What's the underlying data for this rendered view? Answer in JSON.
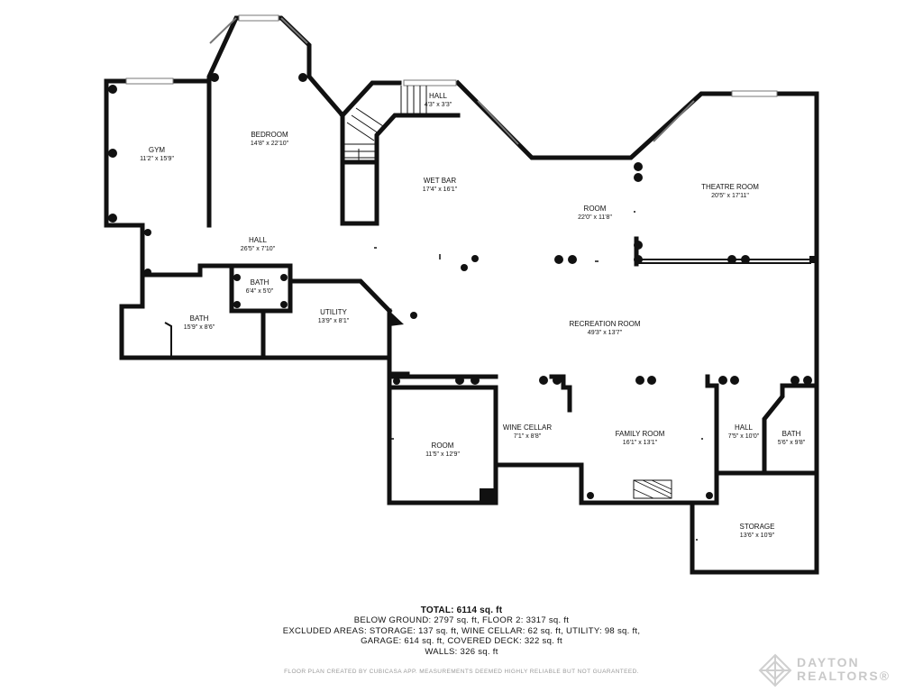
{
  "rooms": {
    "gym": {
      "name": "GYM",
      "dims": "11'2\" x 15'9\""
    },
    "bedroom": {
      "name": "BEDROOM",
      "dims": "14'8\" x 22'10\""
    },
    "hall_top": {
      "name": "HALL",
      "dims": "4'3\" x 3'3\""
    },
    "wet_bar": {
      "name": "WET BAR",
      "dims": "17'4\" x 16'1\""
    },
    "room_mid": {
      "name": "ROOM",
      "dims": "22'0\" x 11'8\""
    },
    "theatre": {
      "name": "THEATRE ROOM",
      "dims": "20'5\" x 17'11\""
    },
    "hall_main": {
      "name": "HALL",
      "dims": "26'5\" x 7'10\""
    },
    "bath_small": {
      "name": "BATH",
      "dims": "6'4\" x 5'0\""
    },
    "bath_large": {
      "name": "BATH",
      "dims": "15'9\" x 8'6\""
    },
    "utility": {
      "name": "UTILITY",
      "dims": "13'9\" x 8'1\""
    },
    "recreation": {
      "name": "RECREATION ROOM",
      "dims": "49'3\" x 13'7\""
    },
    "room_low": {
      "name": "ROOM",
      "dims": "11'5\" x 12'9\""
    },
    "wine": {
      "name": "WINE CELLAR",
      "dims": "7'1\" x 8'8\""
    },
    "family": {
      "name": "FAMILY ROOM",
      "dims": "16'1\" x 13'1\""
    },
    "hall_right": {
      "name": "HALL",
      "dims": "7'5\" x 10'0\""
    },
    "bath_right": {
      "name": "BATH",
      "dims": "5'6\" x 9'8\""
    },
    "storage": {
      "name": "STORAGE",
      "dims": "13'6\" x 10'9\""
    }
  },
  "summary": {
    "total": "TOTAL: 6114 sq. ft",
    "line1": "BELOW GROUND: 2797 sq. ft, FLOOR 2: 3317 sq. ft",
    "line2": "EXCLUDED AREAS: STORAGE: 137 sq. ft, WINE CELLAR: 62 sq. ft, UTILITY: 98 sq. ft,",
    "line3": "GARAGE: 614 sq. ft, COVERED DECK: 322 sq. ft",
    "line4": "WALLS: 326 sq. ft"
  },
  "credit": "FLOOR PLAN CREATED BY CUBICASA APP. MEASUREMENTS DEEMED HIGHLY RELIABLE BUT NOT GUARANTEED.",
  "watermark": {
    "line1": "DAYTON",
    "line2": "REALTORS®"
  }
}
